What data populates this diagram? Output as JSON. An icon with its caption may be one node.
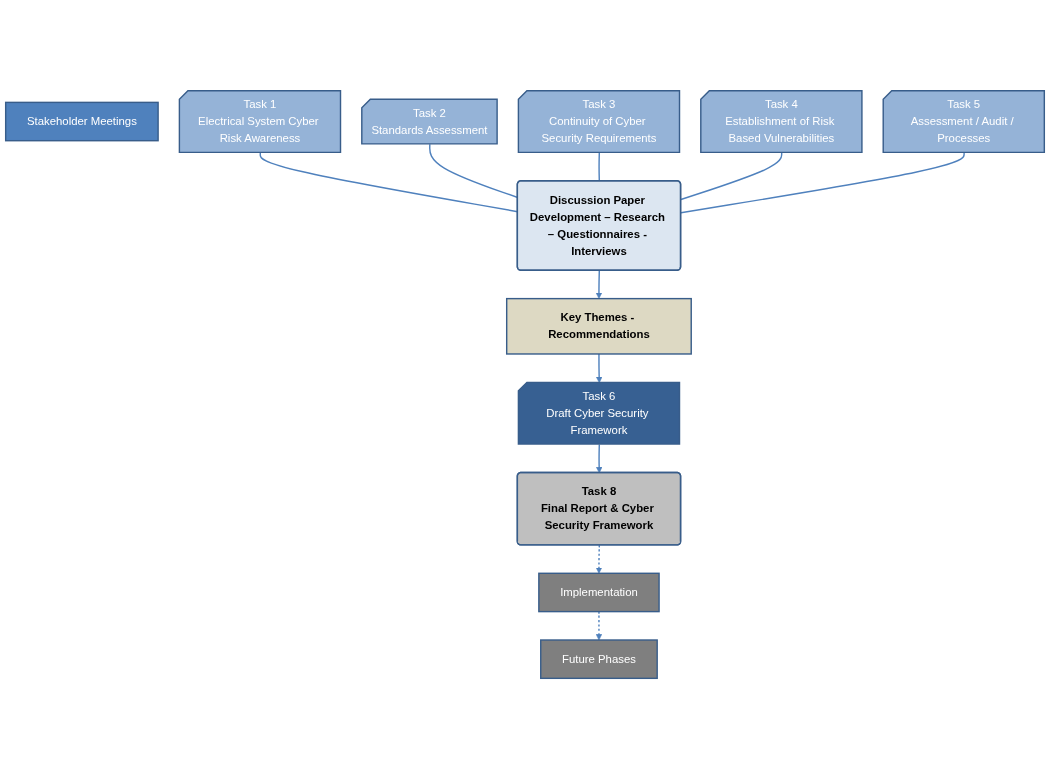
{
  "diagram": {
    "nodes": [
      {
        "text": [
          "Stakeholder Meetings"
        ]
      },
      {
        "text": [
          "Task 1",
          "Electrical System Cyber Risk Awareness"
        ]
      },
      {
        "text": [
          "Task 2",
          "Standards Assessment"
        ]
      },
      {
        "text": [
          "Task 3",
          "Continuity of Cyber Security Requirements"
        ]
      },
      {
        "text": [
          "Task 4",
          "Establishment of Risk Based Vulnerabilities"
        ]
      },
      {
        "text": [
          "Task 5",
          "Assessment / Audit / Processes"
        ]
      },
      {
        "text": [
          "Discussion Paper Development – Research – Questionnaires - Interviews"
        ]
      },
      {
        "text": [
          "Key Themes - Recommendations"
        ]
      },
      {
        "text": [
          "Task 6",
          "Draft Cyber Security Framework"
        ]
      },
      {
        "text": [
          "Task 8",
          "Final Report & Cyber Security Framework"
        ]
      },
      {
        "text": [
          "Implementation"
        ]
      },
      {
        "text": [
          "Future Phases"
        ]
      }
    ],
    "edges": [
      {
        "from": 1,
        "to": 6,
        "arrow": "none"
      },
      {
        "from": 2,
        "to": 6,
        "arrow": "none"
      },
      {
        "from": 3,
        "to": 6,
        "arrow": "none"
      },
      {
        "from": 4,
        "to": 6,
        "arrow": "none"
      },
      {
        "from": 5,
        "to": 6,
        "arrow": "none"
      },
      {
        "from": 6,
        "to": 7,
        "arrow": "to"
      },
      {
        "from": 7,
        "to": 8,
        "arrow": "to"
      },
      {
        "from": 8,
        "to": 9,
        "arrow": "to"
      },
      {
        "from": 9,
        "to": 10,
        "arrow": "to",
        "style": "dashed"
      },
      {
        "from": 10,
        "to": 11,
        "arrow": "to",
        "style": "dashed"
      }
    ]
  }
}
